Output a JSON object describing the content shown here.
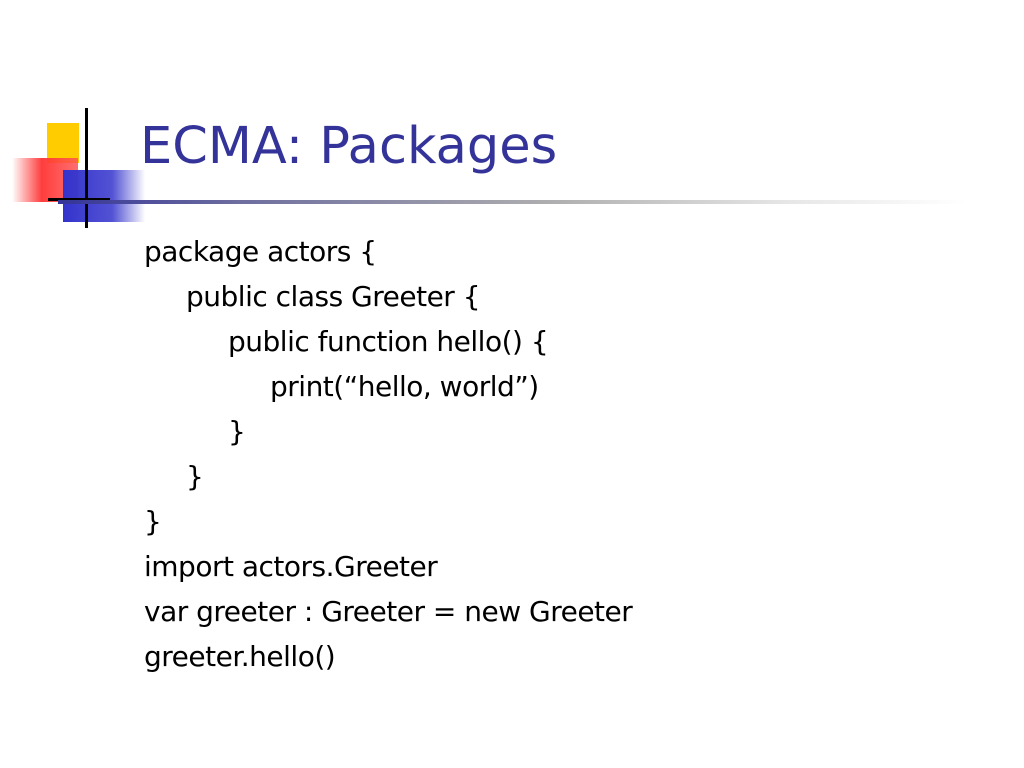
{
  "slide": {
    "title": "ECMA: Packages",
    "title_color": "#333399",
    "logo": {
      "icon": "stacked-squares-logo-icon",
      "colors": [
        "#ffcc00",
        "#ff3333",
        "#3333cc",
        "#000000"
      ]
    },
    "code_lines": [
      {
        "indent": 0,
        "text": "package actors {"
      },
      {
        "indent": 1,
        "text": "public class Greeter {"
      },
      {
        "indent": 2,
        "text": "public function hello() {"
      },
      {
        "indent": 3,
        "text": "print(“hello, world”)"
      },
      {
        "indent": 2,
        "text": "}"
      },
      {
        "indent": 1,
        "text": "}"
      },
      {
        "indent": 0,
        "text": "}"
      },
      {
        "indent": 0,
        "text": "import actors.Greeter"
      },
      {
        "indent": 0,
        "text": "var greeter : Greeter = new Greeter"
      },
      {
        "indent": 0,
        "text": "greeter.hello()"
      }
    ]
  }
}
